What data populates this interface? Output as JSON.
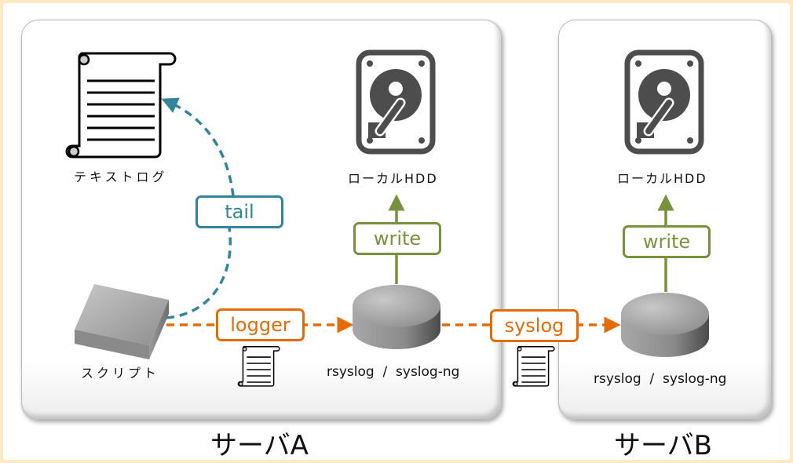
{
  "servers": {
    "a": {
      "label": "サーバA"
    },
    "b": {
      "label": "サーバB"
    }
  },
  "nodes": {
    "text_log": {
      "label": "テキストログ",
      "icon": "scroll-icon"
    },
    "script": {
      "label": "スクリプト",
      "icon": "script-box-icon"
    },
    "hdd_a": {
      "label": "ローカルHDD",
      "icon": "hard-drive-icon"
    },
    "hdd_b": {
      "label": "ローカルHDD",
      "icon": "hard-drive-icon"
    },
    "daemon_a": {
      "label": "rsyslog  /  syslog-ng",
      "icon": "cylinder-icon"
    },
    "daemon_b": {
      "label": "rsyslog  /  syslog-ng",
      "icon": "cylinder-icon"
    }
  },
  "edges": {
    "tail": {
      "label": "tail",
      "color": "#31849b"
    },
    "logger": {
      "label": "logger",
      "color": "#e36c09"
    },
    "syslog": {
      "label": "syslog",
      "color": "#e36c09"
    },
    "write_a": {
      "label": "write",
      "color": "#76923c"
    },
    "write_b": {
      "label": "write",
      "color": "#76923c"
    }
  }
}
